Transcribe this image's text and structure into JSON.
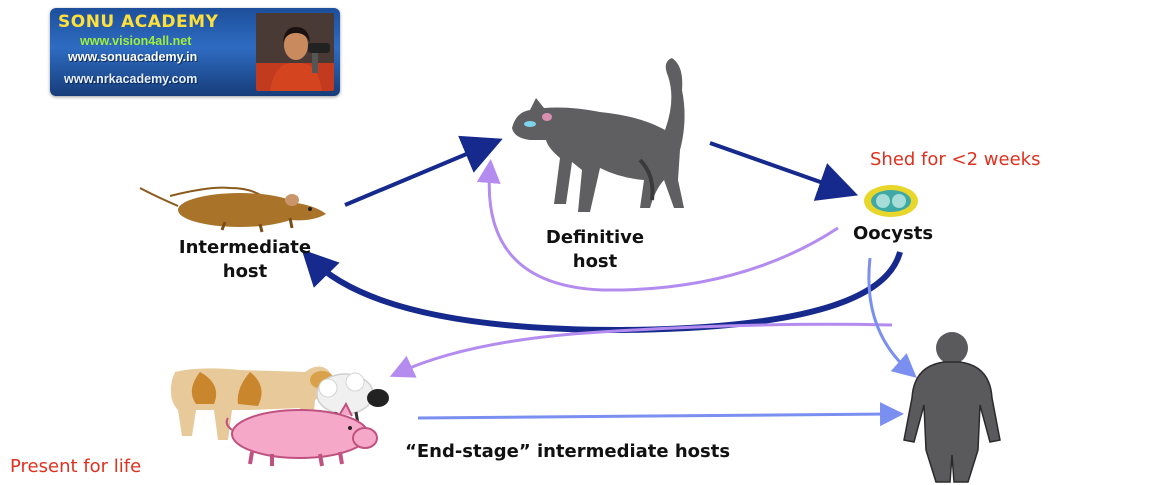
{
  "logo": {
    "title": "SONU ACADEMY",
    "url1": "www.vision4all.net",
    "url2": "www.sonuacademy.in",
    "url3": "www.nrkacademy.com"
  },
  "labels": {
    "intermediate_line1": "Intermediate",
    "intermediate_line2": "host",
    "definitive_line1": "Definitive",
    "definitive_line2": "host",
    "oocysts": "Oocysts",
    "shed": "Shed for <2 weeks",
    "present": "Present for life",
    "end_stage": "“End-stage” intermediate hosts"
  },
  "colors": {
    "dark_arrow": "#152a8c",
    "violet_arrow": "#b48cf0",
    "light_blue_arrow": "#7a8ff0",
    "accent_red": "#e0301e",
    "cat_gray": "#5f5f62",
    "rat_brown": "#a9742a",
    "human_gray": "#5a5a5c",
    "pig_pink": "#f6a8c9",
    "cow_tan": "#d9a24a",
    "oocyst_yellow": "#e8d62a",
    "oocyst_teal": "#3fa9a5"
  },
  "icons": [
    "rat-icon",
    "cat-icon",
    "oocyst-icon",
    "human-icon",
    "cow-icon",
    "sheep-icon",
    "pig-icon"
  ]
}
